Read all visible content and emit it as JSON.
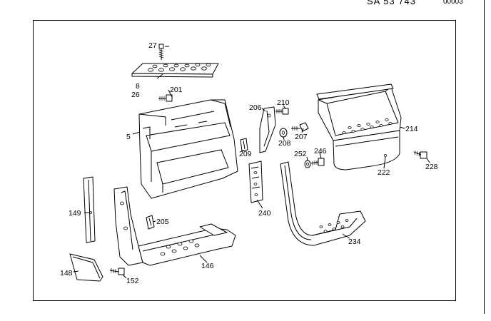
{
  "header": {
    "sheet_code": "SA 53 743",
    "sheet_number": "00003"
  },
  "labels": {
    "p27": "27",
    "p8": "8",
    "p26": "26",
    "p201": "201",
    "p5": "5",
    "p206": "206",
    "p210": "210",
    "p207": "207",
    "p208": "208",
    "p209": "209",
    "p214": "214",
    "p252": "252",
    "p246": "246",
    "p228": "228",
    "p222": "222",
    "p149": "149",
    "p205": "205",
    "p240": "240",
    "p234": "234",
    "p146": "146",
    "p148": "148",
    "p152": "152"
  }
}
